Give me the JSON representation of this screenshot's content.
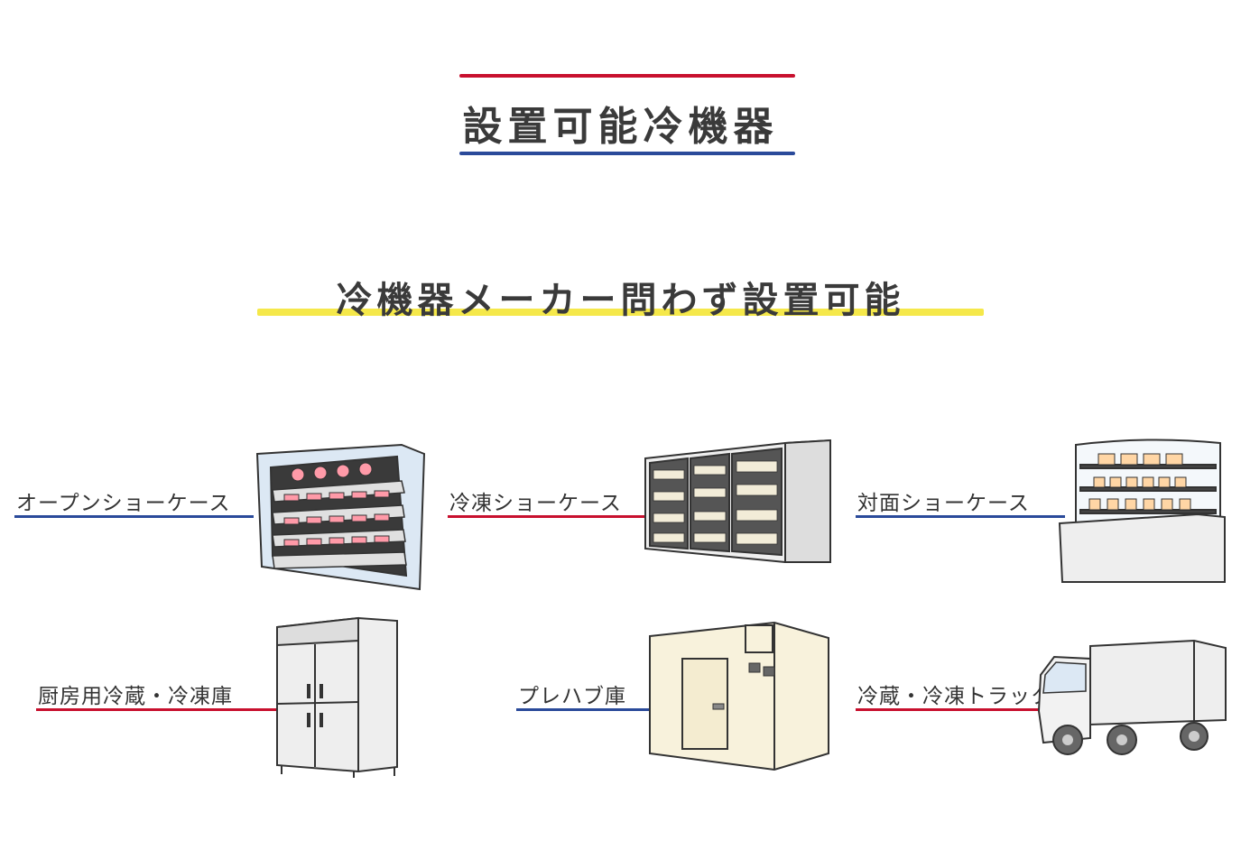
{
  "heading": {
    "title": "設置可能冷機器"
  },
  "subheading": {
    "text": "冷機器メーカー問わず設置可能"
  },
  "items": [
    {
      "label": "オープンショーケース",
      "icon": "open-showcase-icon",
      "line_color": "#2a4a9a"
    },
    {
      "label": "冷凍ショーケース",
      "icon": "freezer-showcase-icon",
      "line_color": "#c8102e"
    },
    {
      "label": "対面ショーケース",
      "icon": "counter-showcase-icon",
      "line_color": "#2a4a9a"
    },
    {
      "label": "厨房用冷蔵・冷凍庫",
      "icon": "kitchen-fridge-icon",
      "line_color": "#c8102e"
    },
    {
      "label": "プレハブ庫",
      "icon": "prefab-storage-icon",
      "line_color": "#2a4a9a"
    },
    {
      "label": "冷蔵・冷凍トラック",
      "icon": "refrigerated-truck-icon",
      "line_color": "#c8102e"
    }
  ],
  "colors": {
    "red": "#c8102e",
    "blue": "#2a4a9a",
    "yellow": "#f5e84a",
    "text": "#333333"
  }
}
